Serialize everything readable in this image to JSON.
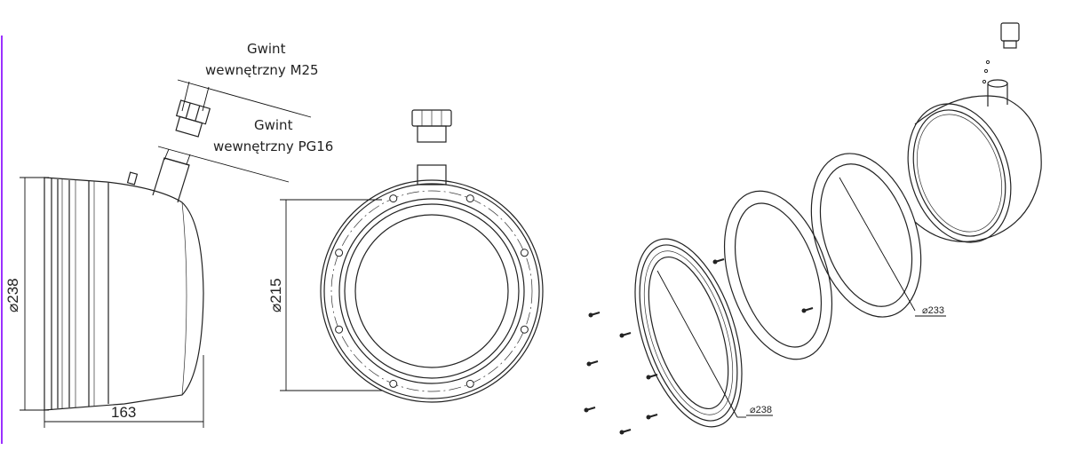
{
  "labels": {
    "thread_m25_line1": "Gwint",
    "thread_m25_line2": "wewnętrzny M25",
    "thread_pg16_line1": "Gwint",
    "thread_pg16_line2": "wewnętrzny PG16"
  },
  "dimensions": {
    "side_diameter": "⌀238",
    "side_length": "163",
    "front_diameter": "⌀215",
    "ring_diameter": "⌀238",
    "gasket_diameter": "⌀233"
  },
  "colors": {
    "accent_border": "#9b30ff",
    "line": "#222222"
  }
}
